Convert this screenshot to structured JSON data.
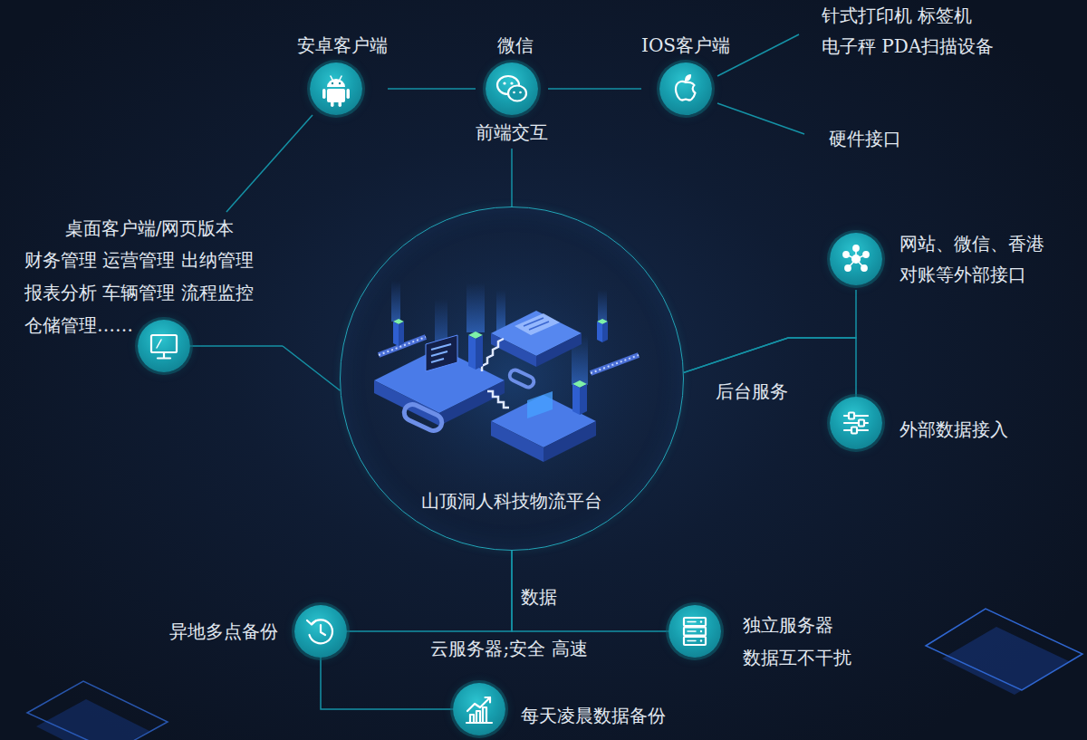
{
  "diagram": {
    "nodes": [
      {
        "text": [
          "安卓客户端"
        ]
      },
      {
        "text": [
          "微信",
          "前端交互"
        ]
      },
      {
        "text": [
          "IOS客户端"
        ]
      },
      {
        "text": [
          "桌面客户端/网页版本",
          "财务管理 运营管理 出纳管理 报表分析 车辆管理 流程监控 仓储管理……"
        ]
      },
      {
        "text": [
          "山顶洞人科技物流平台"
        ]
      },
      {
        "text": [
          "网站、微信、香港 对账等外部接口"
        ]
      },
      {
        "text": [
          "外部数据接入"
        ]
      },
      {
        "text": [
          "异地多点备份"
        ]
      },
      {
        "text": [
          "独立服务器 数据互不干扰"
        ]
      },
      {
        "text": [
          "每天凌晨数据备份"
        ]
      }
    ],
    "edges": [
      {
        "from": 0,
        "to": 1,
        "arrow": "none"
      },
      {
        "from": 1,
        "to": 2,
        "arrow": "none"
      },
      {
        "from": 1,
        "to": 4,
        "arrow": "none"
      },
      {
        "from": 0,
        "to": 3,
        "arrow": "none"
      },
      {
        "from": 3,
        "to": 4,
        "arrow": "none"
      },
      {
        "from": 4,
        "to": 5,
        "arrow": "none"
      },
      {
        "from": 4,
        "to": 6,
        "arrow": "none"
      },
      {
        "from": 4,
        "to": 7,
        "arrow": "none"
      },
      {
        "from": 4,
        "to": 8,
        "arrow": "none"
      },
      {
        "from": 7,
        "to": 9,
        "arrow": "none"
      }
    ],
    "labels": [
      "针式打印机 标签机 电子秤 PDA扫描设备",
      "硬件接口",
      "后台服务",
      "数据",
      "云服务器;安全 高速"
    ]
  }
}
